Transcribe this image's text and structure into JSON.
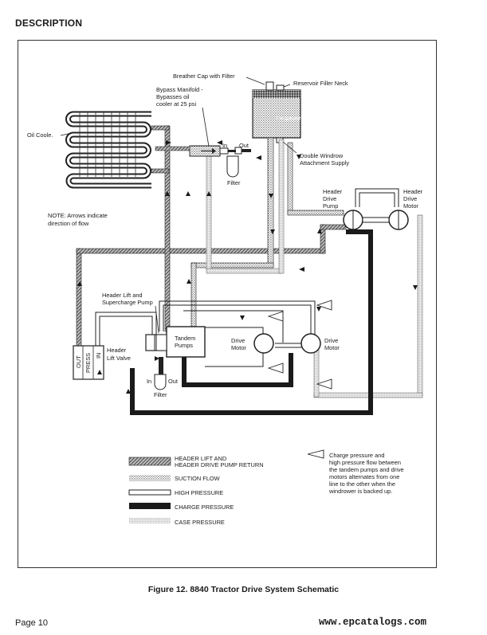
{
  "page": {
    "section_heading": "DESCRIPTION",
    "caption": "Figure 12. 8840 Tractor Drive System Schematic",
    "page_number": "Page 10",
    "watermark": "www.epcatalogs.com"
  },
  "diagram": {
    "labels": {
      "breather_cap": "Breather Cap with Filter",
      "reservoir_filler_neck": "Reservoir Filler Neck",
      "reservoir": "Reservoir",
      "bypass_manifold_1": "Bypass Manifold -",
      "bypass_manifold_2": "Bypasses oil",
      "bypass_manifold_3": "cooler at 25 psi",
      "oil_cooler": "Oil Coole.",
      "in_top": "In",
      "out_top": "Out",
      "filter_top": "Filter",
      "double_windrow_1": "Double Windrow",
      "double_windrow_2": "Attachment Supply",
      "header_drive_pump_1": "Header",
      "header_drive_pump_2": "Drive",
      "header_drive_pump_3": "Pump",
      "header_drive_motor_1": "Header",
      "header_drive_motor_2": "Drive",
      "header_drive_motor_3": "Motor",
      "note_1": "NOTE:  Arrows indicate",
      "note_2": "direction of flow",
      "header_lift_pump_1": "Header Lift and",
      "header_lift_pump_2": "Supercharge Pump",
      "tandem_pumps_1": "Tandem",
      "tandem_pumps_2": "Pumps",
      "drive_motor_left_1": "Drive",
      "drive_motor_left_2": "Motor",
      "drive_motor_right_1": "Drive",
      "drive_motor_right_2": "Motor",
      "valve_out": "OUT",
      "valve_press": "PRESS",
      "valve_in": "IN",
      "header_lift_valve_1": "Header",
      "header_lift_valve_2": "Lift Valve",
      "in_bottom": "In",
      "out_bottom": "Out",
      "filter_bottom": "Filter"
    },
    "legend": {
      "return_1": "HEADER LIFT AND",
      "return_2": "HEADER DRIVE PUMP RETURN",
      "suction": "SUCTION FLOW",
      "high_pressure": "HIGH PRESSURE",
      "charge_pressure": "CHARGE PRESSURE",
      "case_pressure": "CASE PRESSURE",
      "note_1": "Charge pressure and",
      "note_2": "high pressure flow between",
      "note_3": "the tandem pumps and drive",
      "note_4": "motors alternates from one",
      "note_5": "line to the other when the",
      "note_6": "windrower is backed up."
    }
  }
}
